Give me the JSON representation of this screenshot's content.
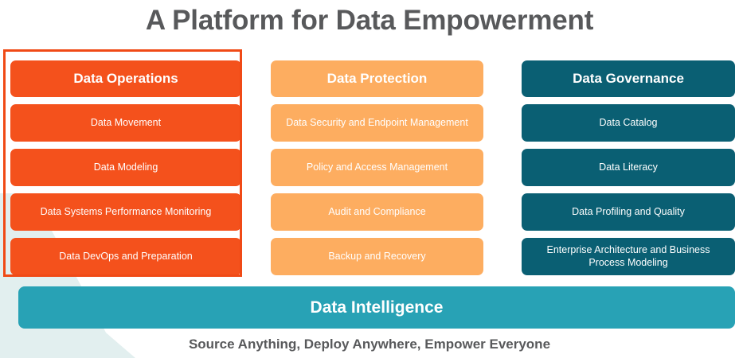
{
  "slide": {
    "title": "A Platform for Data Empowerment",
    "footer_tagline": "Source Anything, Deploy Anywhere, Empower Everyone",
    "background_color": "#FFFFFF",
    "title_color": "#58595B"
  },
  "colors": {
    "data_operations": "#F4511C",
    "data_protection": "#FDAD60",
    "data_governance": "#0A5F73",
    "data_intelligence": "#28A2B5",
    "highlight_frame": "#F04A16",
    "decorative_shape": "#E2EFEF",
    "text_on_pill": "#FFFFFF"
  },
  "columns": [
    {
      "id": "data-operations",
      "header": "Data Operations",
      "color": "#F4511C",
      "highlighted": true,
      "items": [
        {
          "label": "Data Movement"
        },
        {
          "label": "Data Modeling"
        },
        {
          "label": "Data Systems Performance Monitoring"
        },
        {
          "label": "Data DevOps and Preparation"
        }
      ]
    },
    {
      "id": "data-protection",
      "header": "Data Protection",
      "color": "#FDAD60",
      "highlighted": false,
      "items": [
        {
          "label": "Data Security and Endpoint Management"
        },
        {
          "label": "Policy and Access Management"
        },
        {
          "label": "Audit and Compliance"
        },
        {
          "label": "Backup and Recovery"
        }
      ]
    },
    {
      "id": "data-governance",
      "header": "Data Governance",
      "color": "#0A5F73",
      "highlighted": false,
      "items": [
        {
          "label": "Data Catalog"
        },
        {
          "label": "Data Literacy"
        },
        {
          "label": "Data Profiling and Quality"
        },
        {
          "label": "Enterprise Architecture and Business Process Modeling"
        }
      ]
    }
  ],
  "bottom_band": {
    "label": "Data Intelligence",
    "color": "#28A2B5"
  }
}
